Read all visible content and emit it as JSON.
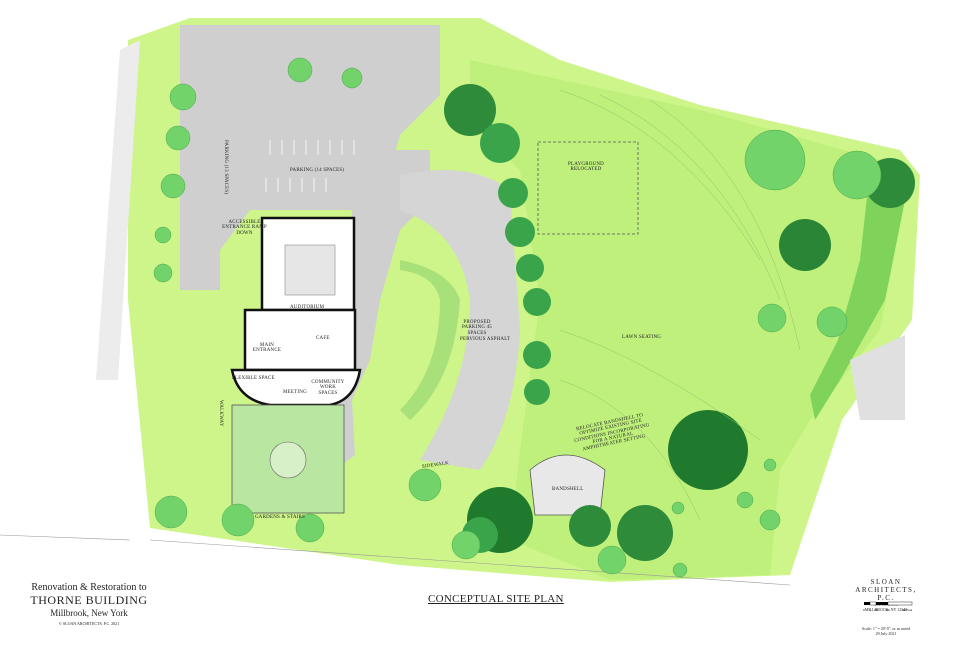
{
  "title_block": {
    "line1": "Renovation & Restoration to",
    "line2": "THORNE BUILDING",
    "line3": "Millbrook, New York",
    "copyright": "© SLOAN ARCHITECTS, P.C. 2021"
  },
  "sheet_title": "CONCEPTUAL SITE PLAN",
  "firm": {
    "name": "SLOAN ARCHITECTS, P.C.",
    "po_box": "P.O. BOX 573",
    "address": "MILLBROOK, NY 12545",
    "scale_ticks": [
      "0",
      "5",
      "10",
      "20",
      "40 Feet"
    ],
    "scale_note": "Scale: 1\" = 20'-0\", or as noted",
    "date": "29 July 2021"
  },
  "labels": {
    "parking_13": "PARKING (13 SPACES)",
    "parking_14": "PARKING (14 SPACES)",
    "accessible_ramp": "ACCESSIBLE ENTRANCE RAMP DOWN",
    "auditorium": "AUDITORIUM",
    "main_entrance": "MAIN ENTRANCE",
    "cafe": "CAFE",
    "flexible_space": "FLEXIBLE SPACE",
    "community_work": "COMMUNITY WORK SPACES",
    "meeting": "MEETING",
    "proposed_parking": "PROPOSED PARKING 45 SPACES",
    "pervious_asphalt": "PERVIOUS ASPHALT",
    "playground": "PLAYGROUND RELOCATED",
    "lawn_seating": "LAWN SEATING",
    "bandshell_note": "RELOCATE BANDSHELL TO OPTIMIZE EXISTING SITE CONDITIONS INCORPORATING FOR A NATURAL AMPHITHEATER SETTING",
    "bandshell": "BANDSHELL",
    "gardens": "GARDENS & STAIRS",
    "walkway": "WALKWAY",
    "sidewalk": "SIDEWALK"
  }
}
